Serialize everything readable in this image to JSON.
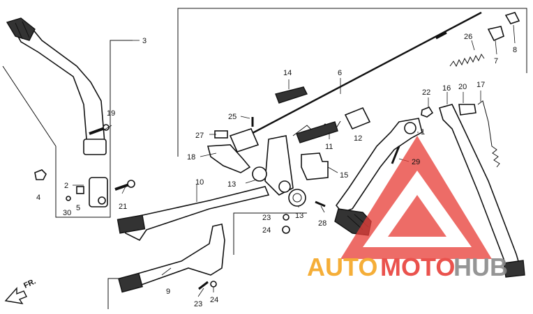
{
  "callouts": {
    "c1": "1",
    "c2": "2",
    "c3": "3",
    "c4": "4",
    "c5": "5",
    "c6": "6",
    "c7": "7",
    "c8": "8",
    "c9": "9",
    "c10": "10",
    "c11": "11",
    "c12": "12",
    "c13a": "13",
    "c13b": "13",
    "c14": "14",
    "c15": "15",
    "c16": "16",
    "c17": "17",
    "c18": "18",
    "c19": "19",
    "c20": "20",
    "c21": "21",
    "c22": "22",
    "c23a": "23",
    "c23b": "23",
    "c24a": "24",
    "c24b": "24",
    "c25": "25",
    "c26": "26",
    "c27": "27",
    "c28": "28",
    "c29": "29",
    "c30": "30"
  },
  "direction_marker": {
    "text": "FR."
  },
  "watermark": {
    "part1": "AUTO",
    "part2": "MOTO",
    "part3": "HUB",
    "color_red": "#e8403a",
    "color_orange": "#f5a623",
    "color_gray": "#8a8a8a"
  }
}
